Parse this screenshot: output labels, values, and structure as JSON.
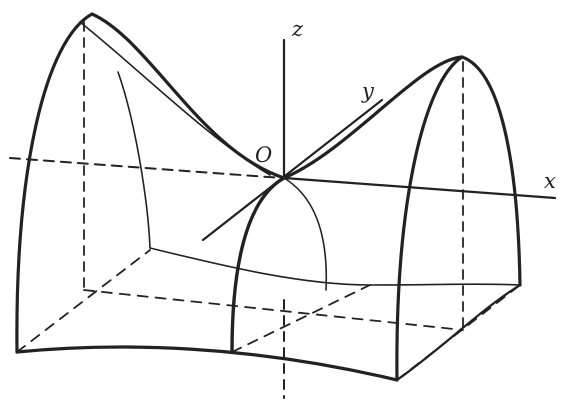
{
  "figure": {
    "axes": {
      "z_label": "z",
      "y_label": "y",
      "x_label": "x",
      "origin_label": "O"
    }
  },
  "colors": {
    "ink": "#222222",
    "background": "#ffffff"
  }
}
